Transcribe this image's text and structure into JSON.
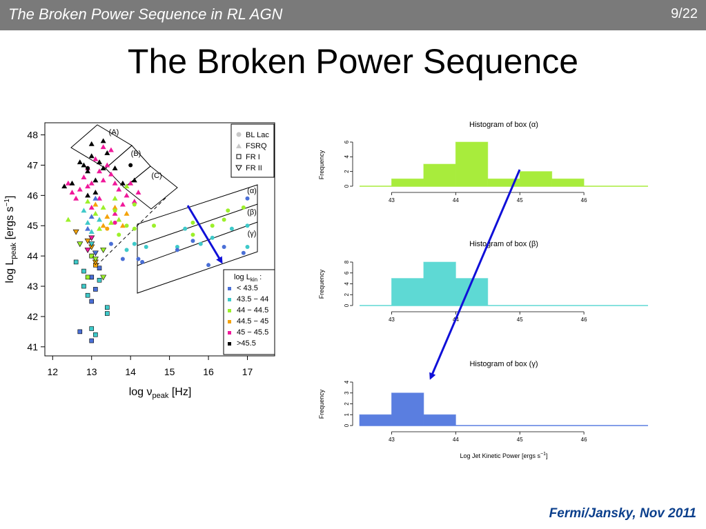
{
  "header": {
    "title": "The Broken Power Sequence in RL AGN",
    "page": "9/22"
  },
  "slide_title": "The Broken Power Sequence",
  "footer": "Fermi/Jansky, Nov 2011",
  "colors": {
    "header_bg": "#7a7a7a",
    "footer": "#0b3f8c",
    "arrow": "#1010d8",
    "alpha": "#a8ec3c",
    "beta": "#5ed9d4",
    "gamma": "#5a7ee0"
  },
  "chart_data": [
    {
      "type": "scatter",
      "xlabel_main": "log ν",
      "xlabel_sub": "peak",
      "xlabel_unit": " [Hz]",
      "ylabel_main": "log L",
      "ylabel_sub": "peak",
      "ylabel_unit": " [ergs s",
      "ylabel_exp": "−1",
      "ylabel_close": "]",
      "xlim": [
        11.8,
        17.7
      ],
      "ylim": [
        40.7,
        48.4
      ],
      "xticks": [
        "12",
        "13",
        "14",
        "15",
        "16",
        "17"
      ],
      "yticks": [
        "41",
        "42",
        "43",
        "44",
        "45",
        "46",
        "47",
        "48"
      ],
      "class_legend": [
        "BL Lac",
        "FSRQ",
        "FR I",
        "FR II"
      ],
      "power_legend": {
        "title_main": "log L",
        "title_sub": "kin",
        "title_end": " :",
        "items": [
          {
            "label": "< 43.5",
            "color": "#4a6fd6"
          },
          {
            "label": "43.5 − 44",
            "color": "#3ec9c9"
          },
          {
            "label": "44 − 44.5",
            "color": "#9cf02a"
          },
          {
            "label": "44.5 − 45",
            "color": "#f4a30a"
          },
          {
            "label": "45 − 45.5",
            "color": "#f0189a"
          },
          {
            "label": ">45.5",
            "color": "#000000"
          }
        ]
      },
      "boxes": [
        "(A)",
        "(B)",
        "(C)",
        "(α)",
        "(β)",
        "(γ)"
      ],
      "points": [
        {
          "x": 12.9,
          "y": 46.3,
          "s": "tri",
          "c": 5
        },
        {
          "x": 13.0,
          "y": 46.4,
          "s": "tri",
          "c": 5
        },
        {
          "x": 12.8,
          "y": 46.6,
          "s": "tri",
          "c": 5
        },
        {
          "x": 12.7,
          "y": 46.2,
          "s": "tri",
          "c": 5
        },
        {
          "x": 13.2,
          "y": 46.8,
          "s": "tri",
          "c": 5
        },
        {
          "x": 13.3,
          "y": 46.5,
          "s": "tri",
          "c": 5
        },
        {
          "x": 13.5,
          "y": 46.7,
          "s": "tri",
          "c": 5
        },
        {
          "x": 13.6,
          "y": 46.4,
          "s": "tri",
          "c": 5
        },
        {
          "x": 13.4,
          "y": 47.0,
          "s": "tri",
          "c": 5
        },
        {
          "x": 13.7,
          "y": 46.2,
          "s": "tri",
          "c": 5
        },
        {
          "x": 13.9,
          "y": 46.0,
          "s": "tri",
          "c": 5
        },
        {
          "x": 14.1,
          "y": 45.8,
          "s": "tri",
          "c": 5
        },
        {
          "x": 12.5,
          "y": 46.1,
          "s": "tri",
          "c": 5
        },
        {
          "x": 12.6,
          "y": 45.9,
          "s": "tri",
          "c": 5
        },
        {
          "x": 13.1,
          "y": 47.2,
          "s": "tri",
          "c": 5
        },
        {
          "x": 13.3,
          "y": 47.6,
          "s": "tri",
          "c": 5
        },
        {
          "x": 13.5,
          "y": 47.5,
          "s": "tri",
          "c": 5
        },
        {
          "x": 13.8,
          "y": 45.7,
          "s": "tri",
          "c": 5
        },
        {
          "x": 14.2,
          "y": 46.1,
          "s": "tri",
          "c": 5
        },
        {
          "x": 13.0,
          "y": 45.6,
          "s": "tri",
          "c": 5
        },
        {
          "x": 12.9,
          "y": 46.9,
          "s": "tri",
          "c": 5
        },
        {
          "x": 13.6,
          "y": 45.4,
          "s": "tri",
          "c": 5
        },
        {
          "x": 14.0,
          "y": 46.4,
          "s": "tri",
          "c": 5
        },
        {
          "x": 12.4,
          "y": 46.4,
          "s": "tri",
          "c": 5
        },
        {
          "x": 13.2,
          "y": 45.9,
          "s": "tri",
          "c": 5
        },
        {
          "x": 12.8,
          "y": 47.0,
          "s": "tri",
          "c": 6
        },
        {
          "x": 13.0,
          "y": 47.3,
          "s": "tri",
          "c": 6
        },
        {
          "x": 13.2,
          "y": 47.1,
          "s": "tri",
          "c": 6
        },
        {
          "x": 12.9,
          "y": 46.8,
          "s": "tri",
          "c": 6
        },
        {
          "x": 13.1,
          "y": 46.5,
          "s": "tri",
          "c": 6
        },
        {
          "x": 13.4,
          "y": 47.4,
          "s": "tri",
          "c": 6
        },
        {
          "x": 12.7,
          "y": 47.1,
          "s": "tri",
          "c": 6
        },
        {
          "x": 13.3,
          "y": 46.9,
          "s": "tri",
          "c": 6
        },
        {
          "x": 12.3,
          "y": 46.3,
          "s": "tri",
          "c": 6
        },
        {
          "x": 12.5,
          "y": 46.4,
          "s": "tri",
          "c": 6
        },
        {
          "x": 13.6,
          "y": 46.9,
          "s": "tri",
          "c": 6
        },
        {
          "x": 13.0,
          "y": 47.7,
          "s": "tri",
          "c": 6
        },
        {
          "x": 13.3,
          "y": 47.8,
          "s": "tri",
          "c": 6
        },
        {
          "x": 13.8,
          "y": 46.4,
          "s": "tri",
          "c": 6
        },
        {
          "x": 13.1,
          "y": 46.1,
          "s": "tri",
          "c": 6
        },
        {
          "x": 12.9,
          "y": 46.0,
          "s": "tri",
          "c": 6
        },
        {
          "x": 14.1,
          "y": 46.5,
          "s": "tri",
          "c": 6
        },
        {
          "x": 13.1,
          "y": 45.4,
          "s": "tri",
          "c": 3
        },
        {
          "x": 13.3,
          "y": 45.6,
          "s": "tri",
          "c": 3
        },
        {
          "x": 13.5,
          "y": 45.1,
          "s": "tri",
          "c": 3
        },
        {
          "x": 12.9,
          "y": 45.8,
          "s": "tri",
          "c": 3
        },
        {
          "x": 13.7,
          "y": 45.2,
          "s": "tri",
          "c": 3
        },
        {
          "x": 13.2,
          "y": 44.9,
          "s": "tri",
          "c": 3
        },
        {
          "x": 12.4,
          "y": 45.2,
          "s": "tri",
          "c": 3
        },
        {
          "x": 13.9,
          "y": 46.3,
          "s": "tri",
          "c": 3
        },
        {
          "x": 13.6,
          "y": 45.9,
          "s": "tri",
          "c": 3
        },
        {
          "x": 13.4,
          "y": 45.3,
          "s": "tri",
          "c": 4
        },
        {
          "x": 13.6,
          "y": 45.6,
          "s": "tri",
          "c": 4
        },
        {
          "x": 13.8,
          "y": 45.0,
          "s": "tri",
          "c": 4
        },
        {
          "x": 13.1,
          "y": 45.7,
          "s": "tri",
          "c": 4
        },
        {
          "x": 13.3,
          "y": 45.0,
          "s": "tri",
          "c": 4
        },
        {
          "x": 13.9,
          "y": 45.4,
          "s": "tri",
          "c": 4
        },
        {
          "x": 12.8,
          "y": 45.5,
          "s": "tri",
          "c": 2
        },
        {
          "x": 13.2,
          "y": 45.2,
          "s": "tri",
          "c": 2
        },
        {
          "x": 13.0,
          "y": 44.8,
          "s": "tri",
          "c": 2
        },
        {
          "x": 12.9,
          "y": 45.1,
          "s": "tri",
          "c": 2
        },
        {
          "x": 13.0,
          "y": 45.3,
          "s": "tri",
          "c": 1
        },
        {
          "x": 12.9,
          "y": 44.9,
          "s": "tri",
          "c": 1
        },
        {
          "x": 13.1,
          "y": 45.9,
          "s": "tri",
          "c": 1
        },
        {
          "x": 13.9,
          "y": 45.0,
          "s": "dot",
          "c": 3
        },
        {
          "x": 14.1,
          "y": 44.9,
          "s": "dot",
          "c": 3
        },
        {
          "x": 13.7,
          "y": 44.7,
          "s": "dot",
          "c": 3
        },
        {
          "x": 14.6,
          "y": 45.0,
          "s": "dot",
          "c": 3
        },
        {
          "x": 15.6,
          "y": 45.1,
          "s": "dot",
          "c": 3
        },
        {
          "x": 16.4,
          "y": 45.2,
          "s": "dot",
          "c": 3
        },
        {
          "x": 16.5,
          "y": 45.5,
          "s": "dot",
          "c": 3
        },
        {
          "x": 16.9,
          "y": 45.6,
          "s": "dot",
          "c": 3
        },
        {
          "x": 15.6,
          "y": 44.7,
          "s": "dot",
          "c": 3
        },
        {
          "x": 16.1,
          "y": 45.0,
          "s": "dot",
          "c": 3
        },
        {
          "x": 14.1,
          "y": 44.4,
          "s": "dot",
          "c": 2
        },
        {
          "x": 14.4,
          "y": 44.3,
          "s": "dot",
          "c": 2
        },
        {
          "x": 15.2,
          "y": 44.3,
          "s": "dot",
          "c": 2
        },
        {
          "x": 15.8,
          "y": 44.4,
          "s": "dot",
          "c": 2
        },
        {
          "x": 16.1,
          "y": 44.6,
          "s": "dot",
          "c": 2
        },
        {
          "x": 16.6,
          "y": 44.9,
          "s": "dot",
          "c": 2
        },
        {
          "x": 17.0,
          "y": 45.0,
          "s": "dot",
          "c": 2
        },
        {
          "x": 17.0,
          "y": 44.3,
          "s": "dot",
          "c": 2
        },
        {
          "x": 15.4,
          "y": 44.9,
          "s": "dot",
          "c": 2
        },
        {
          "x": 13.9,
          "y": 44.2,
          "s": "dot",
          "c": 2
        },
        {
          "x": 14.2,
          "y": 43.9,
          "s": "dot",
          "c": 1
        },
        {
          "x": 14.3,
          "y": 43.8,
          "s": "dot",
          "c": 1
        },
        {
          "x": 13.8,
          "y": 43.9,
          "s": "dot",
          "c": 1
        },
        {
          "x": 15.6,
          "y": 44.5,
          "s": "dot",
          "c": 1
        },
        {
          "x": 16.0,
          "y": 43.7,
          "s": "dot",
          "c": 1
        },
        {
          "x": 16.4,
          "y": 44.3,
          "s": "dot",
          "c": 1
        },
        {
          "x": 16.9,
          "y": 44.1,
          "s": "dot",
          "c": 1
        },
        {
          "x": 17.0,
          "y": 45.9,
          "s": "dot",
          "c": 1
        },
        {
          "x": 13.5,
          "y": 44.4,
          "s": "dot",
          "c": 1
        },
        {
          "x": 15.2,
          "y": 44.2,
          "s": "dot",
          "c": 1
        },
        {
          "x": 14.1,
          "y": 45.7,
          "s": "dot",
          "c": 3
        },
        {
          "x": 13.6,
          "y": 45.5,
          "s": "dot",
          "c": 3
        },
        {
          "x": 13.4,
          "y": 44.9,
          "s": "dot",
          "c": 4
        },
        {
          "x": 13.6,
          "y": 45.1,
          "s": "dot",
          "c": 5
        },
        {
          "x": 14.0,
          "y": 47.0,
          "s": "dot",
          "c": 6
        },
        {
          "x": 12.9,
          "y": 46.9,
          "s": "dot",
          "c": 6
        },
        {
          "x": 12.6,
          "y": 43.8,
          "s": "sq",
          "c": 2
        },
        {
          "x": 12.8,
          "y": 43.5,
          "s": "sq",
          "c": 2
        },
        {
          "x": 13.0,
          "y": 43.3,
          "s": "sq",
          "c": 2
        },
        {
          "x": 12.8,
          "y": 43.0,
          "s": "sq",
          "c": 2
        },
        {
          "x": 12.9,
          "y": 42.7,
          "s": "sq",
          "c": 2
        },
        {
          "x": 13.2,
          "y": 43.2,
          "s": "sq",
          "c": 2
        },
        {
          "x": 13.4,
          "y": 42.1,
          "s": "sq",
          "c": 2
        },
        {
          "x": 13.4,
          "y": 42.3,
          "s": "sq",
          "c": 2
        },
        {
          "x": 13.0,
          "y": 41.6,
          "s": "sq",
          "c": 2
        },
        {
          "x": 13.1,
          "y": 41.4,
          "s": "sq",
          "c": 2
        },
        {
          "x": 12.7,
          "y": 41.5,
          "s": "sq",
          "c": 1
        },
        {
          "x": 13.0,
          "y": 41.2,
          "s": "sq",
          "c": 1
        },
        {
          "x": 13.0,
          "y": 42.5,
          "s": "sq",
          "c": 1
        },
        {
          "x": 13.1,
          "y": 42.9,
          "s": "sq",
          "c": 1
        },
        {
          "x": 13.0,
          "y": 44.0,
          "s": "sq",
          "c": 1
        },
        {
          "x": 13.2,
          "y": 43.6,
          "s": "sq",
          "c": 1
        },
        {
          "x": 13.0,
          "y": 43.3,
          "s": "sq",
          "c": 1
        },
        {
          "x": 12.9,
          "y": 43.3,
          "s": "sq",
          "c": 3
        },
        {
          "x": 13.0,
          "y": 44.0,
          "s": "sq",
          "c": 3
        },
        {
          "x": 13.1,
          "y": 43.7,
          "s": "sq",
          "c": 4
        },
        {
          "x": 12.6,
          "y": 44.8,
          "s": "inv",
          "c": 4
        },
        {
          "x": 12.9,
          "y": 44.5,
          "s": "inv",
          "c": 4
        },
        {
          "x": 13.0,
          "y": 44.3,
          "s": "inv",
          "c": 4
        },
        {
          "x": 13.1,
          "y": 43.8,
          "s": "inv",
          "c": 4
        },
        {
          "x": 13.0,
          "y": 44.6,
          "s": "inv",
          "c": 5
        },
        {
          "x": 12.9,
          "y": 44.2,
          "s": "inv",
          "c": 5
        },
        {
          "x": 13.3,
          "y": 44.2,
          "s": "inv",
          "c": 3
        },
        {
          "x": 12.7,
          "y": 44.4,
          "s": "inv",
          "c": 3
        },
        {
          "x": 13.3,
          "y": 43.3,
          "s": "inv",
          "c": 3
        },
        {
          "x": 13.1,
          "y": 43.9,
          "s": "inv",
          "c": 3
        },
        {
          "x": 13.0,
          "y": 44.4,
          "s": "inv",
          "c": 2
        },
        {
          "x": 13.1,
          "y": 44.1,
          "s": "inv",
          "c": 1
        }
      ]
    },
    {
      "type": "bar",
      "title_main": "Histogram of box (",
      "title_greek": "α",
      "title_end": ")",
      "ylabel": "Frequency",
      "xticks": [
        "43",
        "44",
        "45",
        "46"
      ],
      "yticks": [
        "0",
        "2",
        "4",
        "6"
      ],
      "ylim": [
        0,
        6
      ],
      "xlim": [
        42.5,
        47.0
      ],
      "bins": [
        [
          43.0,
          43.5,
          1
        ],
        [
          43.5,
          44.0,
          3
        ],
        [
          44.0,
          44.5,
          6
        ],
        [
          44.5,
          45.0,
          1
        ],
        [
          45.0,
          45.5,
          2
        ],
        [
          45.5,
          46.0,
          1
        ]
      ]
    },
    {
      "type": "bar",
      "title_main": "Histogram of box (",
      "title_greek": "β",
      "title_end": ")",
      "ylabel": "Frequency",
      "xticks": [
        "43",
        "44",
        "45",
        "46"
      ],
      "yticks": [
        "0",
        "2",
        "4",
        "6",
        "8"
      ],
      "ylim": [
        0,
        8
      ],
      "xlim": [
        42.5,
        47.0
      ],
      "bins": [
        [
          43.0,
          43.5,
          5
        ],
        [
          43.5,
          44.0,
          8
        ],
        [
          44.0,
          44.5,
          5
        ]
      ]
    },
    {
      "type": "bar",
      "title_main": "Histogram of box (",
      "title_greek": "γ",
      "title_end": ")",
      "ylabel": "Frequency",
      "xticks": [
        "43",
        "44",
        "45",
        "46"
      ],
      "yticks": [
        "0",
        "1",
        "2",
        "3",
        "4"
      ],
      "ylim": [
        0,
        4
      ],
      "xlim": [
        42.5,
        47.0
      ],
      "xlabel_main": "Log Jet Kinetic Power [ergs s",
      "xlabel_exp": "−1",
      "xlabel_end": "]",
      "bins": [
        [
          42.5,
          43.0,
          1
        ],
        [
          43.0,
          43.5,
          3
        ],
        [
          43.5,
          44.0,
          1
        ]
      ]
    }
  ]
}
